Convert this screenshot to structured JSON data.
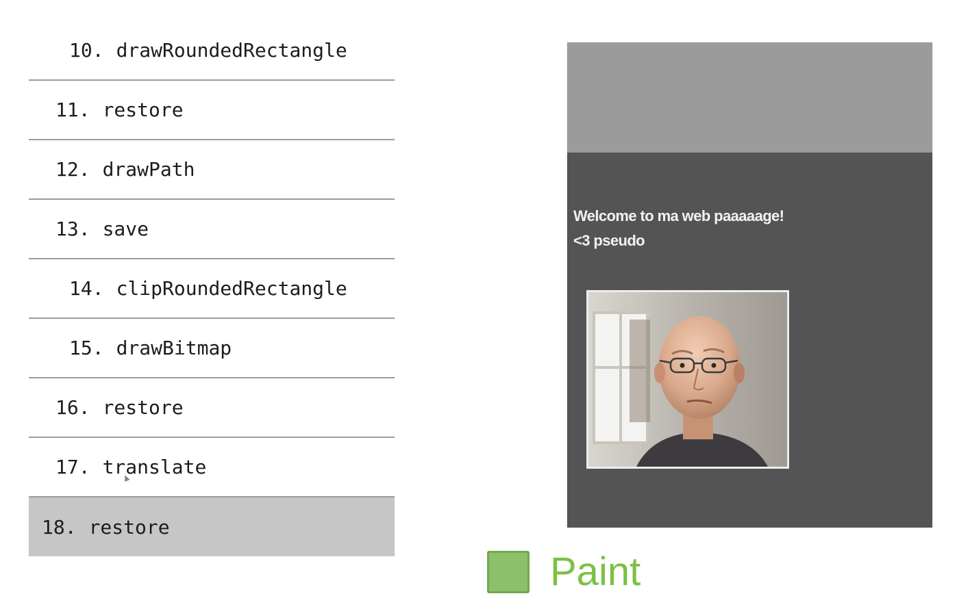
{
  "commands": [
    {
      "number": "10.",
      "name": "drawRoundedRectangle",
      "indent": 2,
      "active": false
    },
    {
      "number": "11.",
      "name": "restore",
      "indent": 1,
      "active": false
    },
    {
      "number": "12.",
      "name": "drawPath",
      "indent": 1,
      "active": false
    },
    {
      "number": "13.",
      "name": "save",
      "indent": 1,
      "active": false
    },
    {
      "number": "14.",
      "name": "clipRoundedRectangle",
      "indent": 2,
      "active": false
    },
    {
      "number": "15.",
      "name": "drawBitmap",
      "indent": 2,
      "active": false
    },
    {
      "number": "16.",
      "name": "restore",
      "indent": 1,
      "active": false
    },
    {
      "number": "17.",
      "name": "translate",
      "indent": 1,
      "active": false
    },
    {
      "number": "18.",
      "name": "restore",
      "indent": 0,
      "active": true
    }
  ],
  "preview": {
    "welcome_text": "Welcome to ma web paaaaage!",
    "signature_text": "<3 pseudo",
    "photo_icon": "portrait-photo",
    "colors": {
      "header": "#9b9b9b",
      "body": "#545454"
    }
  },
  "legend": {
    "label": "Paint",
    "swatch_color": "#8dc06a",
    "label_color": "#7bc043"
  }
}
